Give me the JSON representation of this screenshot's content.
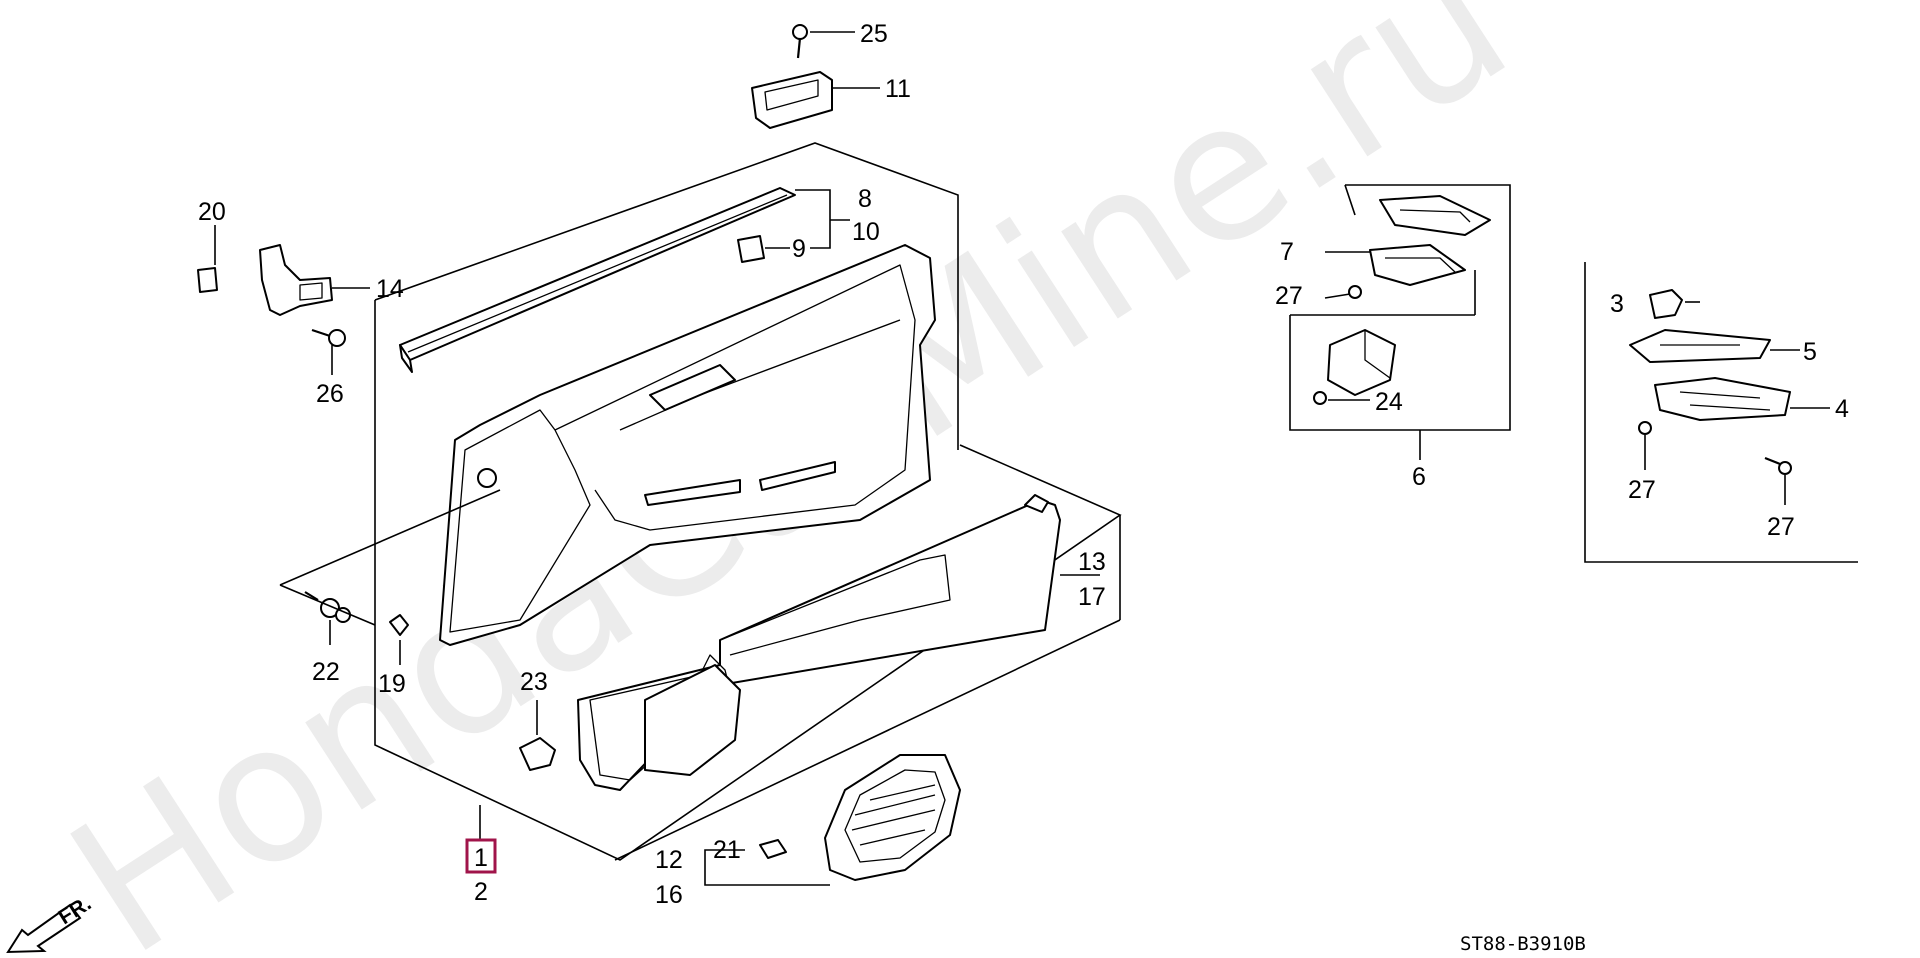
{
  "watermark": "HondaCarMine.ru",
  "diagram_code": "ST88-B3910B",
  "direction_label": "FR.",
  "highlight_color": "#a0144a",
  "callouts": {
    "p1": "1",
    "p2": "2",
    "p3": "3",
    "p4": "4",
    "p5": "5",
    "p6": "6",
    "p7": "7",
    "p8": "8",
    "p9": "9",
    "p10": "10",
    "p11": "11",
    "p12": "12",
    "p13": "13",
    "p14": "14",
    "p16": "16",
    "p17": "17",
    "p19": "19",
    "p20": "20",
    "p21": "21",
    "p22": "22",
    "p23": "23",
    "p24": "24",
    "p25": "25",
    "p26": "26",
    "p27a": "27",
    "p27b": "27",
    "p27c": "27"
  }
}
